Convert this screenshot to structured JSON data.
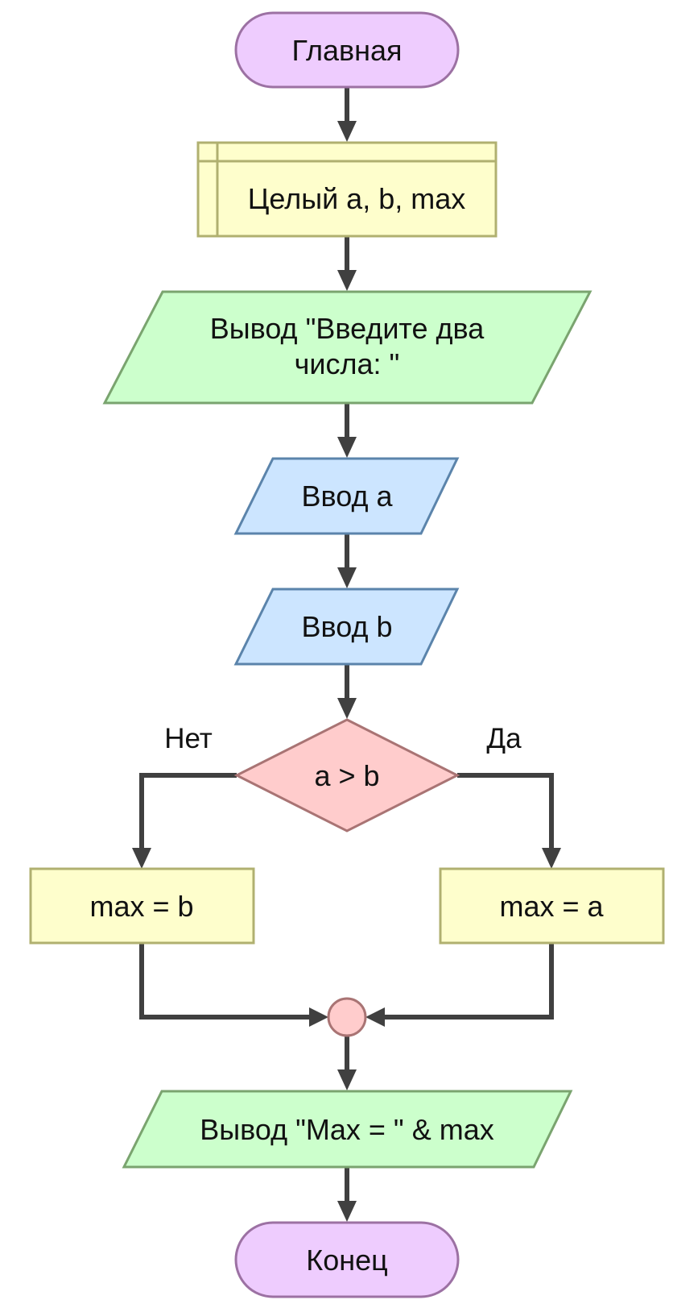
{
  "colors": {
    "terminal_fill": "#eeccfe",
    "terminal_stroke": "#9c71a3",
    "declare_fill": "#fefecc",
    "declare_stroke": "#b0b070",
    "output_fill": "#ccffcc",
    "output_stroke": "#7aa46f",
    "input_fill": "#cce5ff",
    "input_stroke": "#5b84ab",
    "decision_fill": "#ffcccc",
    "decision_stroke": "#a97474",
    "process_fill": "#fefecc",
    "process_stroke": "#b0b070",
    "connector_fill": "#ffcccc",
    "connector_stroke": "#a97474",
    "arrow": "#404040"
  },
  "nodes": {
    "start": {
      "text": "Главная"
    },
    "declare": {
      "text": "Целый a, b, max"
    },
    "output_prompt": {
      "line1": "Вывод \"Введите два",
      "line2": "числа: \""
    },
    "input_a": {
      "text": "Ввод a"
    },
    "input_b": {
      "text": "Ввод b"
    },
    "decision": {
      "text": "a > b"
    },
    "assign_b": {
      "text": "max = b"
    },
    "assign_a": {
      "text": "max = a"
    },
    "output_max": {
      "text": "Вывод \"Max = \" & max"
    },
    "end": {
      "text": "Конец"
    }
  },
  "edge_labels": {
    "no": "Нет",
    "yes": "Да"
  }
}
